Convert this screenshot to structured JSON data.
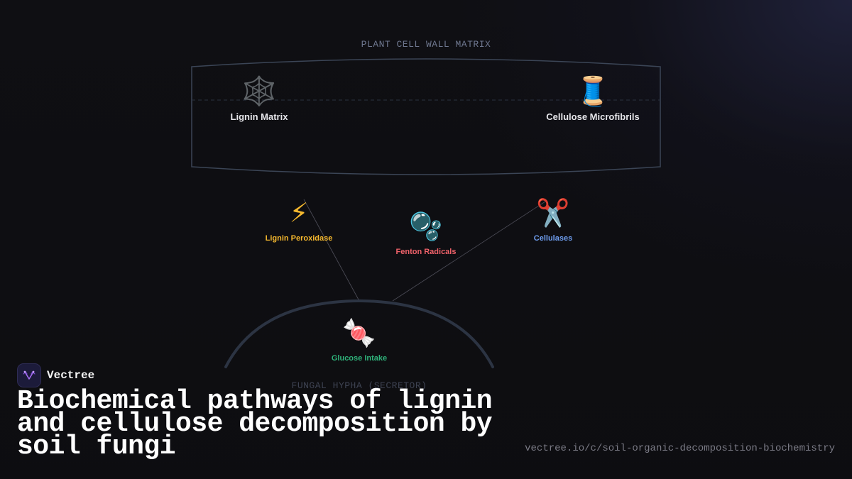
{
  "diagram": {
    "cell_wall_label": "PLANT CELL WALL MATRIX",
    "hypha_label": "FUNGAL HYPHA (SECRETOR)",
    "nodes": {
      "lignin_matrix": {
        "icon": "spider-web-icon",
        "glyph": "🕸️",
        "label": "Lignin Matrix",
        "color": "#e6e6ea"
      },
      "cellulose": {
        "icon": "thread-spool-icon",
        "glyph": "🧵",
        "label": "Cellulose Microfibrils",
        "color": "#e6e6ea"
      },
      "lignin_peroxidase": {
        "icon": "lightning-icon",
        "glyph": "⚡",
        "label": "Lignin Peroxidase",
        "color": "#f5b82e"
      },
      "fenton": {
        "icon": "bubbles-icon",
        "glyph": "🫧",
        "label": "Fenton Radicals",
        "color": "#f0626a"
      },
      "cellulases": {
        "icon": "scissors-icon",
        "glyph": "✂️",
        "label": "Cellulases",
        "color": "#6f9ef0"
      },
      "glucose": {
        "icon": "candy-icon",
        "glyph": "🍬",
        "label": "Glucose Intake",
        "color": "#2fb37a"
      }
    }
  },
  "footer": {
    "brand": "Vectree",
    "title": "Biochemical pathways of lignin and cellulose decomposition by soil fungi",
    "url": "vectree.io/c/soil-organic-decomposition-biochemistry"
  }
}
